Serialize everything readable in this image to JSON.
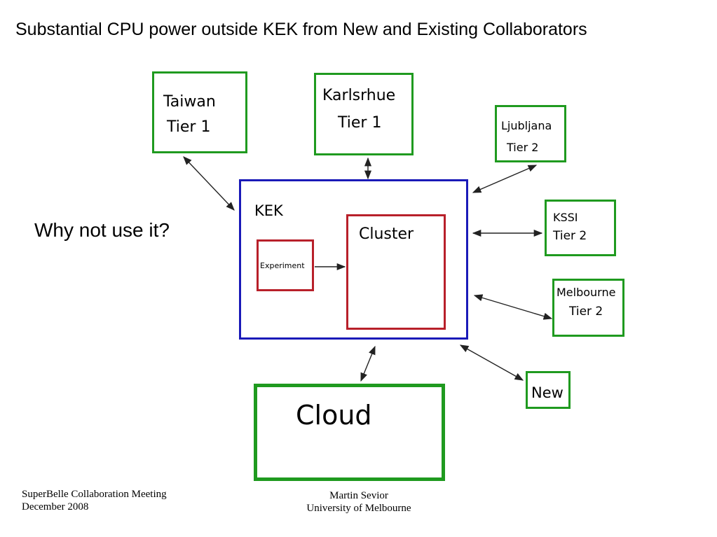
{
  "slide": {
    "title": "Substantial CPU power outside KEK from New and Existing Collaborators",
    "question": "Why not use it?"
  },
  "diagram": {
    "taiwan": {
      "name": "Taiwan",
      "tier": "Tier 1"
    },
    "karlsruhe": {
      "name": "Karlsrhue",
      "tier": "Tier 1"
    },
    "ljubljana": {
      "name": "Ljubljana",
      "tier": "Tier 2"
    },
    "kssi": {
      "name": "KSSI",
      "tier": "Tier 2"
    },
    "melbourne": {
      "name": "Melbourne",
      "tier": "Tier 2"
    },
    "new_site": {
      "name": "New"
    },
    "kek": {
      "name": "KEK"
    },
    "cluster": {
      "name": "Cluster"
    },
    "experiment": {
      "name": "Experiment"
    },
    "cloud": {
      "name": "Cloud"
    }
  },
  "colors": {
    "site_box": "#1f9a1f",
    "kek_box": "#1a1ab8",
    "inner_box": "#b8202a",
    "arrow": "#222222"
  },
  "footer": {
    "meeting": "SuperBelle Collaboration Meeting",
    "date": "December 2008",
    "author": "Martin Sevior",
    "affiliation": "University of Melbourne"
  }
}
